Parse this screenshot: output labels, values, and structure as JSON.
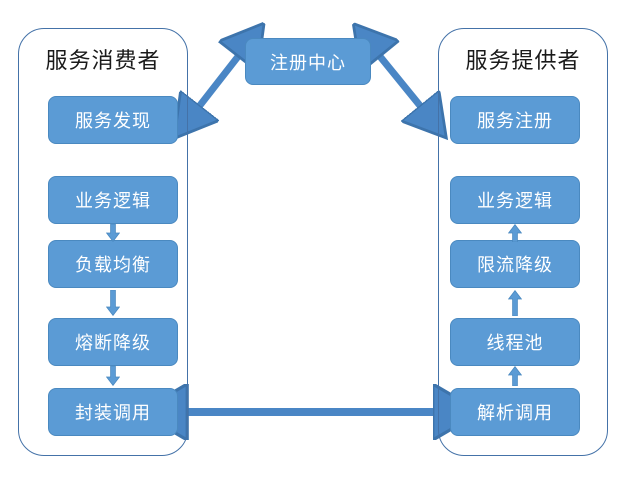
{
  "diagram": {
    "title_visible": false,
    "colors": {
      "node_fill": "#5B9BD5",
      "node_border": "#4A89C0",
      "panel_border": "#4472A8",
      "arrow": "#4A86C5",
      "node_text": "#FFFFFF",
      "panel_title_text": "#1A1A1A",
      "background": "#FFFFFF"
    },
    "panels": [
      {
        "id": "consumer",
        "title": "服务消费者",
        "nodes": [
          {
            "id": "consumer-service-discovery",
            "label": "服务发现"
          },
          {
            "id": "consumer-business-logic",
            "label": "业务逻辑"
          },
          {
            "id": "consumer-load-balance",
            "label": "负载均衡"
          },
          {
            "id": "consumer-circuit-breaker",
            "label": "熔断降级"
          },
          {
            "id": "consumer-encapsulate-call",
            "label": "封装调用"
          }
        ]
      },
      {
        "id": "provider",
        "title": "服务提供者",
        "nodes": [
          {
            "id": "provider-service-register",
            "label": "服务注册"
          },
          {
            "id": "provider-business-logic",
            "label": "业务逻辑"
          },
          {
            "id": "provider-rate-limit",
            "label": "限流降级"
          },
          {
            "id": "provider-thread-pool",
            "label": "线程池"
          },
          {
            "id": "provider-parse-call",
            "label": "解析调用"
          }
        ]
      }
    ],
    "registry": {
      "id": "registry-center",
      "label": "注册中心"
    },
    "connectors": [
      {
        "id": "arrow-consumer-2-to-3",
        "from": "业务逻辑",
        "to": "负载均衡",
        "direction": "down",
        "style": "single"
      },
      {
        "id": "arrow-consumer-3-to-4",
        "from": "负载均衡",
        "to": "熔断降级",
        "direction": "down",
        "style": "single"
      },
      {
        "id": "arrow-consumer-4-to-5",
        "from": "熔断降级",
        "to": "封装调用",
        "direction": "down",
        "style": "single"
      },
      {
        "id": "arrow-provider-3-to-2",
        "from": "限流降级",
        "to": "业务逻辑",
        "direction": "up",
        "style": "single"
      },
      {
        "id": "arrow-provider-4-to-3",
        "from": "线程池",
        "to": "限流降级",
        "direction": "up",
        "style": "single"
      },
      {
        "id": "arrow-provider-5-to-4",
        "from": "解析调用",
        "to": "线程池",
        "direction": "up",
        "style": "single"
      },
      {
        "id": "arrow-registry-consumer",
        "from": "注册中心",
        "to": "服务发现",
        "direction": "diagonal-down-left",
        "style": "double"
      },
      {
        "id": "arrow-registry-provider",
        "from": "注册中心",
        "to": "服务注册",
        "direction": "diagonal-down-right",
        "style": "double"
      },
      {
        "id": "arrow-call-bridge",
        "from": "封装调用",
        "to": "解析调用",
        "direction": "horizontal",
        "style": "double"
      }
    ]
  }
}
